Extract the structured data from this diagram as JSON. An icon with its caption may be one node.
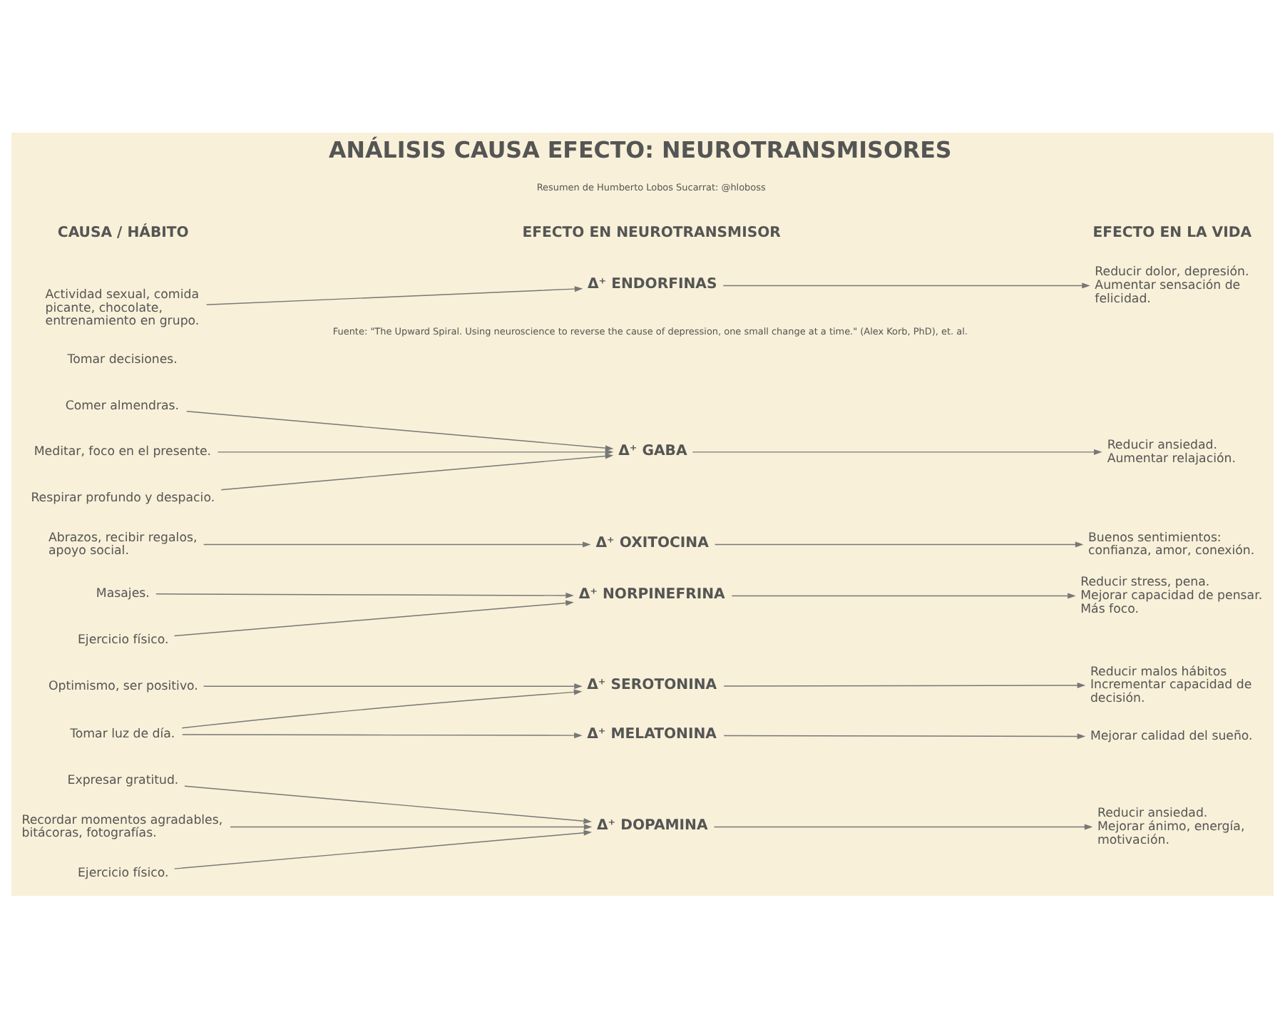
{
  "diagram": {
    "title": "ANÁLISIS CAUSA EFECTO: NEUROTRANSMISORES",
    "nodes": [
      {
        "text": [
          "Expresar gratitud."
        ]
      },
      {
        "text": [
          "Recordar momentos agradables, bitácoras, fotografías."
        ]
      },
      {
        "text": [
          "Ejercicio físico."
        ]
      },
      {
        "text": [
          "Optimismo, ser positivo."
        ]
      },
      {
        "text": [
          "Tomar luz de día."
        ]
      },
      {
        "text": [
          "Masajes."
        ]
      },
      {
        "text": [
          "Ejercicio físico."
        ]
      },
      {
        "text": [
          "Abrazos, recibir regalos, apoyo social."
        ]
      },
      {
        "text": [
          "Comer almendras."
        ]
      },
      {
        "text": [
          "Meditar, foco en el presente."
        ]
      },
      {
        "text": [
          "Tomar decisiones."
        ]
      },
      {
        "text": [
          "Respirar profundo y despacio."
        ]
      },
      {
        "text": [
          "Actividad sexual, comida picante, chocolate, entrenamiento en grupo."
        ]
      },
      {
        "text": [
          "Δ⁺ DOPAMINA"
        ]
      },
      {
        "text": [
          "Δ⁺ SEROTONINA"
        ]
      },
      {
        "text": [
          "Δ⁺ MELATONINA"
        ]
      },
      {
        "text": [
          "Δ⁺ NORPINEFRINA"
        ]
      },
      {
        "text": [
          "Δ⁺ OXITOCINA"
        ]
      },
      {
        "text": [
          "Δ⁺ GABA"
        ]
      },
      {
        "text": [
          "Δ⁺ ENDORFINAS"
        ]
      },
      {
        "text": [
          "Reducir ansiedad.",
          "Mejorar ánimo, energía, motivación."
        ]
      },
      {
        "text": [
          "Reducir malos hábitos",
          "Incrementar capacidad de decisión."
        ]
      },
      {
        "text": [
          "Mejorar calidad del sueño."
        ]
      },
      {
        "text": [
          "Reducir stress, pena.",
          "Mejorar capacidad de pensar.",
          "Más foco."
        ]
      },
      {
        "text": [
          "Buenos sentimientos: confianza, amor, conexión."
        ]
      },
      {
        "text": [
          "Reducir ansiedad.",
          "Aumentar relajación."
        ]
      },
      {
        "text": [
          "Reducir dolor, depresión.",
          "Aumentar sensación de felicidad."
        ]
      }
    ],
    "edges": [
      {
        "from": 0,
        "to": 13,
        "arrow": "to"
      },
      {
        "from": 1,
        "to": 13,
        "arrow": "to"
      },
      {
        "from": 2,
        "to": 13,
        "arrow": "to"
      },
      {
        "from": 3,
        "to": 14,
        "arrow": "to"
      },
      {
        "from": 4,
        "to": 14,
        "arrow": "to"
      },
      {
        "from": 4,
        "to": 15,
        "arrow": "to"
      },
      {
        "from": 5,
        "to": 16,
        "arrow": "to"
      },
      {
        "from": 6,
        "to": 16,
        "arrow": "to"
      },
      {
        "from": 7,
        "to": 17,
        "arrow": "to"
      },
      {
        "from": 8,
        "to": 18,
        "arrow": "to"
      },
      {
        "from": 9,
        "to": 18,
        "arrow": "to"
      },
      {
        "from": 11,
        "to": 18,
        "arrow": "to"
      },
      {
        "from": 12,
        "to": 19,
        "arrow": "to"
      },
      {
        "from": 13,
        "to": 20,
        "arrow": "to"
      },
      {
        "from": 14,
        "to": 21,
        "arrow": "to"
      },
      {
        "from": 15,
        "to": 22,
        "arrow": "to"
      },
      {
        "from": 16,
        "to": 23,
        "arrow": "to"
      },
      {
        "from": 17,
        "to": 24,
        "arrow": "to"
      },
      {
        "from": 18,
        "to": 25,
        "arrow": "to"
      },
      {
        "from": 19,
        "to": 26,
        "arrow": "to"
      }
    ],
    "labels": [
      "CAUSA / HÁBITO",
      "EFECTO EN NEUROTRANSMISOR",
      "EFECTO EN LA VIDA",
      "Fuente: \"The Upward Spiral. Using neuroscience to reverse the cause of depression, one small change at a time.\" (Alex Korb, PhD), et. al.",
      "Resumen de Humberto Lobos Sucarrat: @hloboss"
    ]
  }
}
